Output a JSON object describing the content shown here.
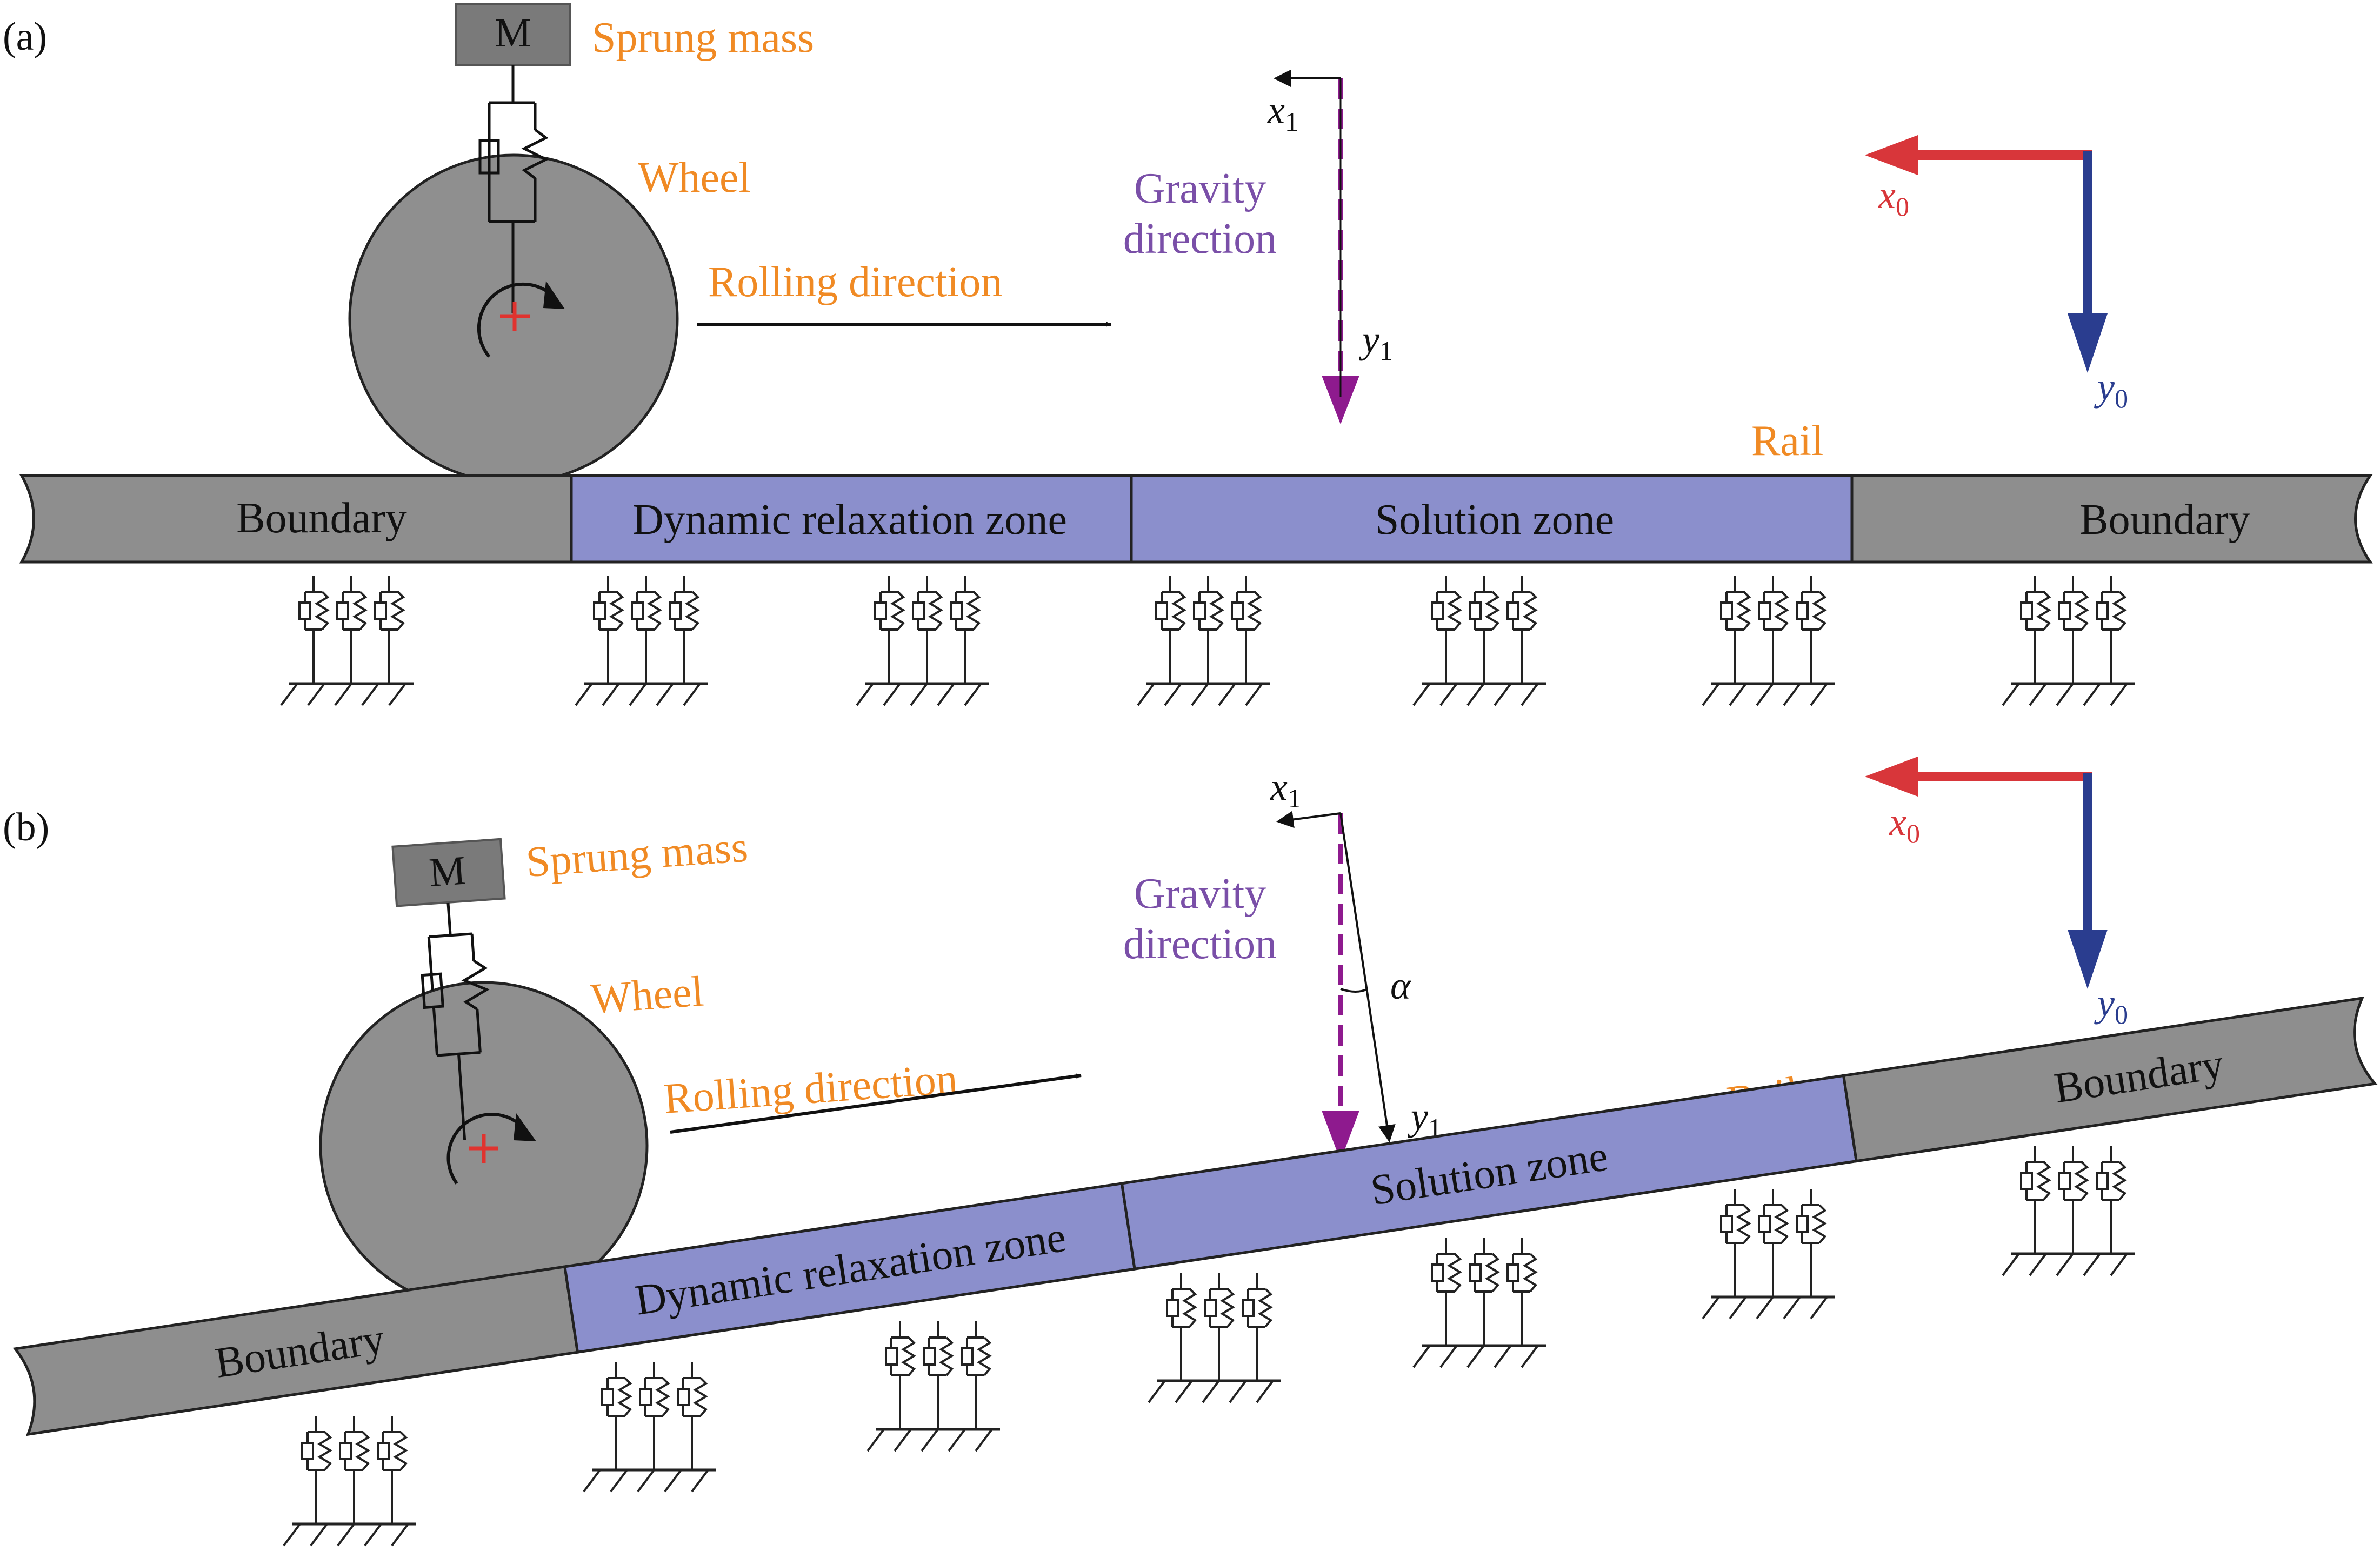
{
  "panels": [
    {
      "label": "(a)",
      "mass_label": "M",
      "sprung_mass": "Sprung mass",
      "wheel": "Wheel",
      "rolling": "Rolling direction",
      "gravity_line1": "Gravity",
      "gravity_line2": "direction",
      "x1": "x",
      "x1_sub": "1",
      "y1": "y",
      "y1_sub": "1",
      "x0": "x",
      "x0_sub": "0",
      "y0": "y",
      "y0_sub": "0",
      "rail": "Rail",
      "zones": [
        "Boundary",
        "Dynamic relaxation zone",
        "Solution zone",
        "Boundary"
      ]
    },
    {
      "label": "(b)",
      "mass_label": "M",
      "sprung_mass": "Sprung mass",
      "wheel": "Wheel",
      "rolling": "Rolling direction",
      "gravity_line1": "Gravity",
      "gravity_line2": "direction",
      "alpha": "α",
      "x1": "x",
      "x1_sub": "1",
      "y1": "y",
      "y1_sub": "1",
      "x0": "x",
      "x0_sub": "0",
      "y0": "y",
      "y0_sub": "0",
      "rail": "Rail",
      "zones": [
        "Boundary",
        "Dynamic relaxation zone",
        "Solution zone",
        "Boundary"
      ]
    }
  ],
  "colors": {
    "zone_gray": "#8e8e8e",
    "zone_blue": "#8b8fcc",
    "wheel": "#8f8f8f",
    "label_orange": "#f08a24",
    "gravity_purple": "#7a4fa8",
    "gravity_arrow": "#8e1a8e",
    "x0_red": "#d8363a",
    "y0_blue": "#2a3d8f"
  }
}
